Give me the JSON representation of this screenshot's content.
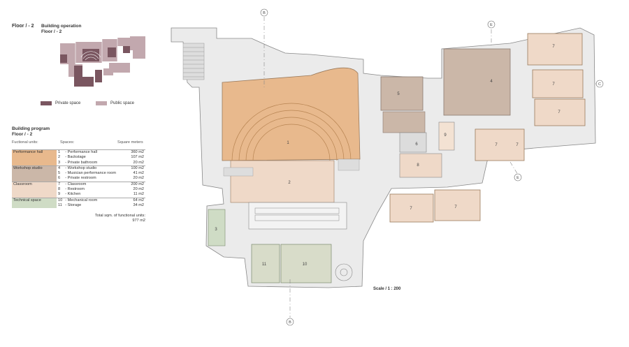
{
  "header": {
    "floor_label": "Floor / - 2",
    "operation_title": "Building operation",
    "operation_floor": "Floor / - 2"
  },
  "legend": {
    "private_label": "Private space",
    "public_label": "Public space",
    "private_color": "#7a5660",
    "public_color": "#c2a8ae"
  },
  "program": {
    "title": "Building program",
    "floor": "Floor / - 2",
    "col_units": "Fuctional units:",
    "col_spaces": "Spaces:",
    "col_sqm": "Square meters",
    "groups": [
      {
        "unit": "Performance hall",
        "color": "#e8b98d",
        "rows": [
          {
            "num": "1",
            "name": "- Performance hall",
            "sqm": "360 m2"
          },
          {
            "num": "2",
            "name": "- Backstage",
            "sqm": "107 m2"
          },
          {
            "num": "3",
            "name": "- Private bathroom",
            "sqm": "20 m2"
          }
        ]
      },
      {
        "unit": "Workshop studio",
        "color": "#cbb7a8",
        "rows": [
          {
            "num": "4",
            "name": "- Workshop studio",
            "sqm": "100 m2"
          },
          {
            "num": "5",
            "name": "- Musician performance room",
            "sqm": "41 m2"
          },
          {
            "num": "6",
            "name": "- Private restroom",
            "sqm": "20 m2"
          }
        ]
      },
      {
        "unit": "Classroom",
        "color": "#efd9c8",
        "rows": [
          {
            "num": "7",
            "name": "- Classroom",
            "sqm": "200 m2"
          },
          {
            "num": "8",
            "name": "- Restroom",
            "sqm": "20 m2"
          },
          {
            "num": "9",
            "name": "- Kitchen",
            "sqm": "11 m2"
          }
        ]
      },
      {
        "unit": "Technical space",
        "color": "#cfdcc5",
        "rows": [
          {
            "num": "10",
            "name": "- Mechanical room",
            "sqm": "64 m2"
          },
          {
            "num": "11",
            "name": "- Storage",
            "sqm": "34 m2"
          }
        ]
      }
    ],
    "total_label": "Total sqm. of functional units:",
    "total_value": "977 m2"
  },
  "plan": {
    "scale_label": "Scale / 1 : 200",
    "section_marks": [
      "B",
      "E",
      "C",
      "E",
      "B"
    ],
    "room_labels": [
      "1",
      "2",
      "3",
      "4",
      "5",
      "6",
      "7",
      "7",
      "7",
      "7",
      "7",
      "7",
      "7",
      "8",
      "9",
      "10",
      "11"
    ]
  }
}
